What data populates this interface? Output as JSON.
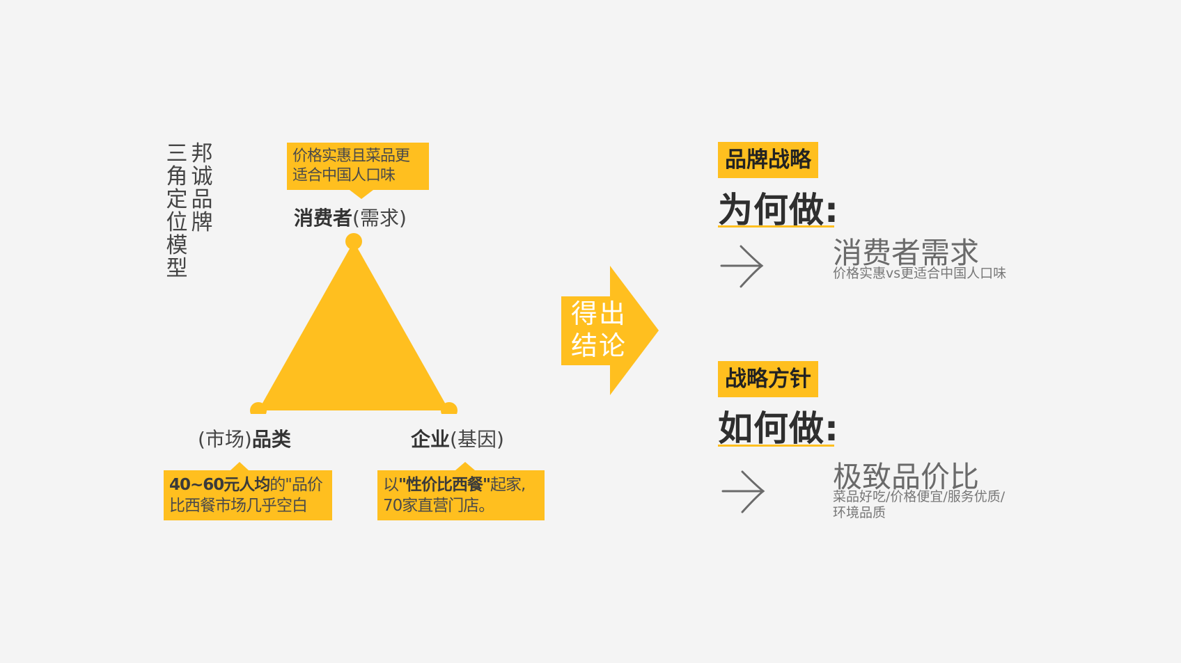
{
  "vertical_title": {
    "col1": "三角定位模型",
    "col2": "邦诚品牌"
  },
  "triangle": {
    "top_callout": {
      "line1": "价格实惠且菜品更",
      "line2": "适合中国人口味"
    },
    "top_node": {
      "strong": "消费者",
      "light": "(需求)"
    },
    "left_node": {
      "light": "(市场)",
      "strong": "品类"
    },
    "right_node": {
      "strong": "企业",
      "light": "(基因)"
    },
    "left_callout": {
      "bold": "40~60元人均",
      "rest1": "的\"品价",
      "line2": "比西餐市场几乎空白"
    },
    "right_callout": {
      "pre": "以",
      "bold": "\"性价比西餐\"",
      "post": "起家,",
      "line2": "70家直营门店。"
    }
  },
  "center_arrow": {
    "line1": "得出",
    "line2": "结论"
  },
  "section1": {
    "tag": "品牌战略",
    "heading": "为何做:",
    "title": "消费者需求",
    "subtitle": "价格实惠vs更适合中国人口味"
  },
  "section2": {
    "tag": "战略方针",
    "heading": "如何做:",
    "title": "极致品价比",
    "subtitle_line1": "菜品好吃/价格便宜/服务优质/",
    "subtitle_line2": "环境品质"
  },
  "colors": {
    "accent": "#ffbf1f",
    "background": "#f4f4f4",
    "text_dark": "#2e2e2e",
    "text_gray": "#6a6a6a"
  }
}
